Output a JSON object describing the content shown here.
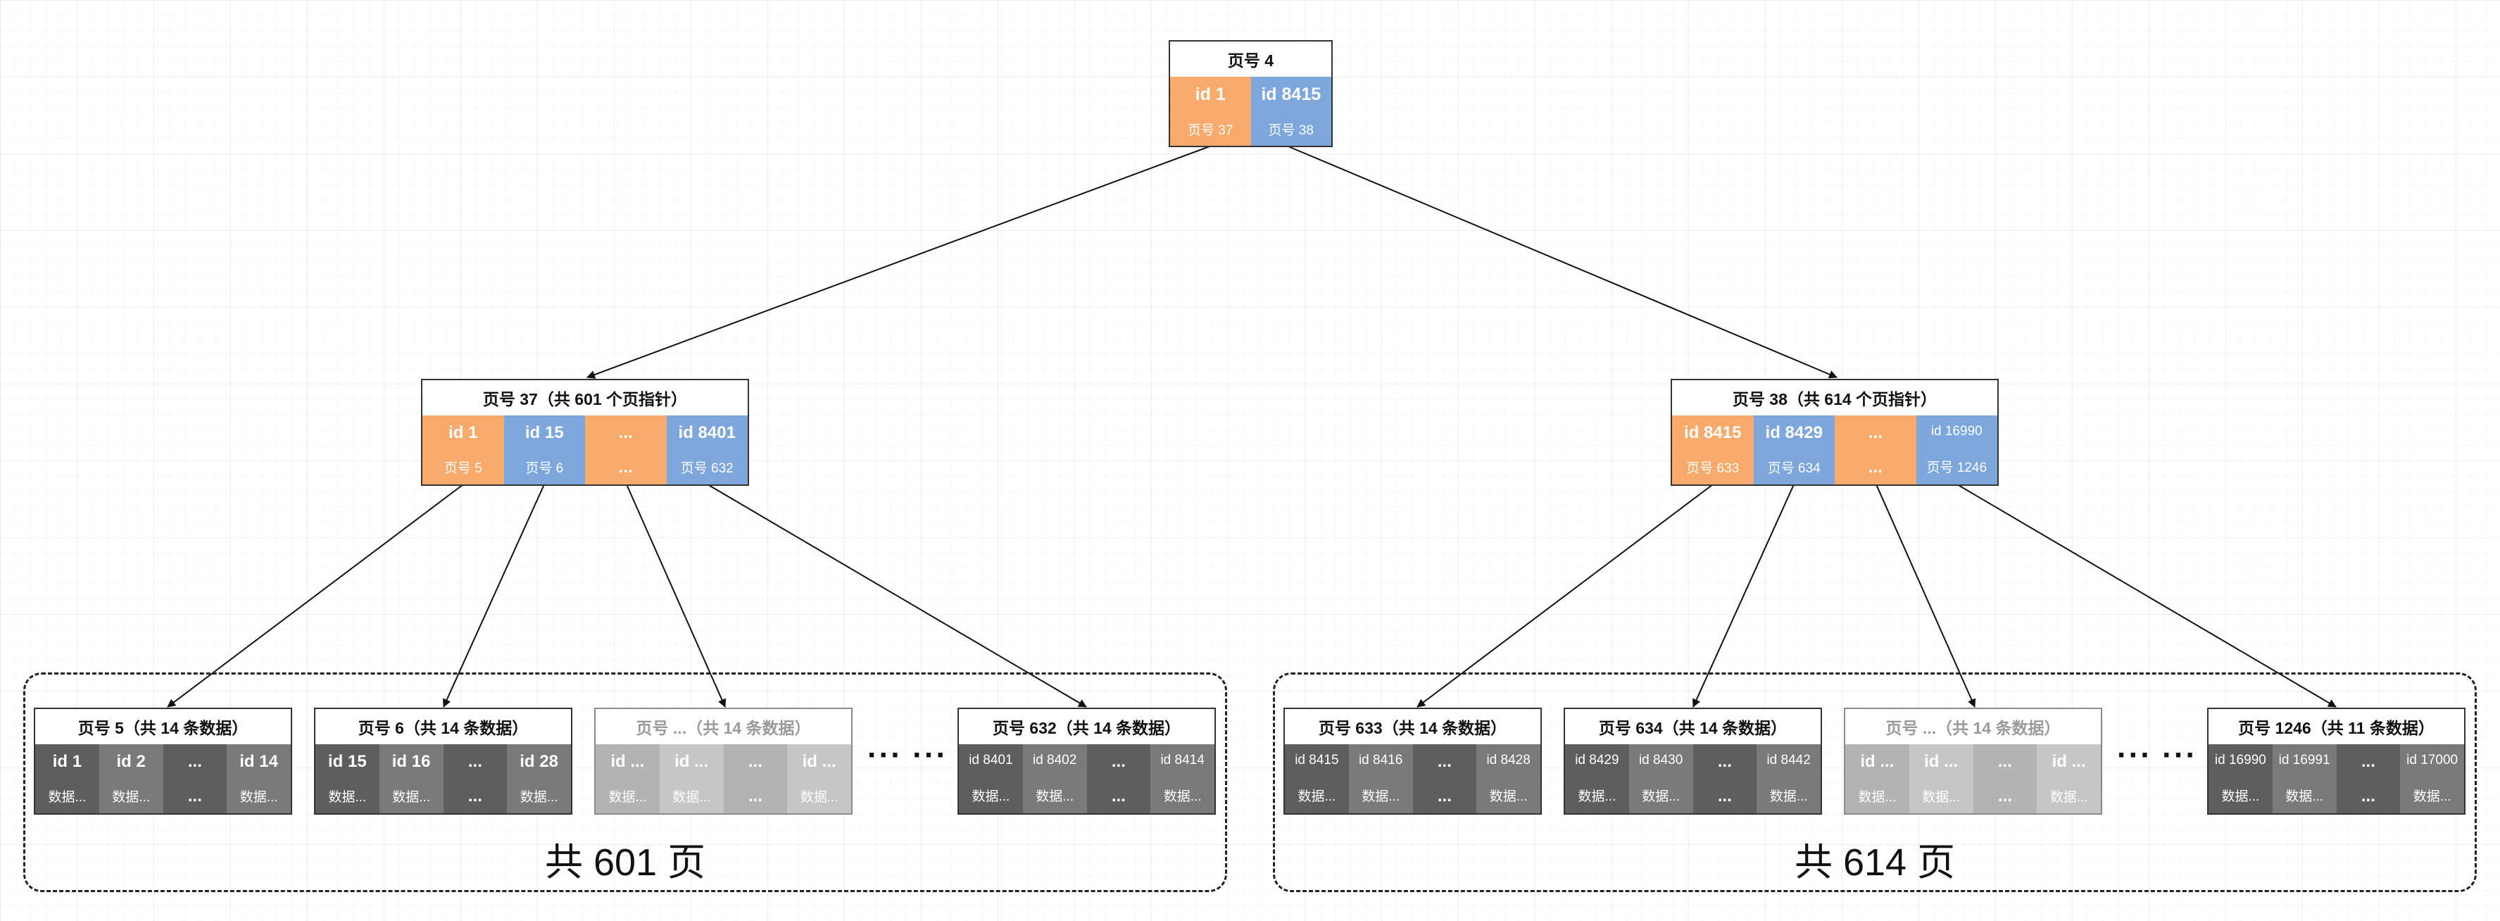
{
  "root": {
    "header": "页号 4",
    "cells": [
      {
        "top": "id 1",
        "bottom": "页号 37",
        "color": "orange"
      },
      {
        "top": "id 8415",
        "bottom": "页号 38",
        "color": "blue"
      }
    ]
  },
  "mid_left": {
    "header": "页号 37（共 601 个页指针）",
    "cells": [
      {
        "top": "id 1",
        "bottom": "页号 5",
        "color": "orange"
      },
      {
        "top": "id 15",
        "bottom": "页号 6",
        "color": "blue"
      },
      {
        "top": "...",
        "bottom": "...",
        "color": "orange"
      },
      {
        "top": "id 8401",
        "bottom": "页号 632",
        "color": "blue"
      }
    ]
  },
  "mid_right": {
    "header": "页号 38（共 614 个页指针）",
    "cells": [
      {
        "top": "id 8415",
        "bottom": "页号 633",
        "color": "orange"
      },
      {
        "top": "id 8429",
        "bottom": "页号 634",
        "color": "blue"
      },
      {
        "top": "...",
        "bottom": "...",
        "color": "orange"
      },
      {
        "top": "id 16990",
        "bottom": "页号 1246",
        "color": "blue"
      }
    ]
  },
  "leaves_left": [
    {
      "header": "页号 5（共 14 条数据）",
      "cells": [
        {
          "top": "id 1",
          "bottom": "数据..."
        },
        {
          "top": "id 2",
          "bottom": "数据..."
        },
        {
          "top": "...",
          "bottom": "..."
        },
        {
          "top": "id 14",
          "bottom": "数据..."
        }
      ]
    },
    {
      "header": "页号 6（共 14 条数据）",
      "cells": [
        {
          "top": "id 15",
          "bottom": "数据..."
        },
        {
          "top": "id 16",
          "bottom": "数据..."
        },
        {
          "top": "...",
          "bottom": "..."
        },
        {
          "top": "id 28",
          "bottom": "数据..."
        }
      ]
    },
    {
      "header": "页号 ...（共 14 条数据）",
      "faded": true,
      "cells": [
        {
          "top": "id ...",
          "bottom": "数据..."
        },
        {
          "top": "id ...",
          "bottom": "数据..."
        },
        {
          "top": "...",
          "bottom": "..."
        },
        {
          "top": "id ...",
          "bottom": "数据..."
        }
      ]
    },
    {
      "header": "页号 632（共 14 条数据）",
      "cells": [
        {
          "top": "id 8401",
          "bottom": "数据..."
        },
        {
          "top": "id 8402",
          "bottom": "数据..."
        },
        {
          "top": "...",
          "bottom": "..."
        },
        {
          "top": "id 8414",
          "bottom": "数据..."
        }
      ]
    }
  ],
  "leaves_right": [
    {
      "header": "页号 633（共 14 条数据）",
      "cells": [
        {
          "top": "id 8415",
          "bottom": "数据..."
        },
        {
          "top": "id 8416",
          "bottom": "数据..."
        },
        {
          "top": "...",
          "bottom": "..."
        },
        {
          "top": "id 8428",
          "bottom": "数据..."
        }
      ]
    },
    {
      "header": "页号 634（共 14 条数据）",
      "cells": [
        {
          "top": "id 8429",
          "bottom": "数据..."
        },
        {
          "top": "id 8430",
          "bottom": "数据..."
        },
        {
          "top": "...",
          "bottom": "..."
        },
        {
          "top": "id 8442",
          "bottom": "数据..."
        }
      ]
    },
    {
      "header": "页号 ...（共 14 条数据）",
      "faded": true,
      "cells": [
        {
          "top": "id ...",
          "bottom": "数据..."
        },
        {
          "top": "id ...",
          "bottom": "数据..."
        },
        {
          "top": "...",
          "bottom": "..."
        },
        {
          "top": "id ...",
          "bottom": "数据..."
        }
      ]
    },
    {
      "header": "页号 1246（共 11 条数据）",
      "cells": [
        {
          "top": "id 16990",
          "bottom": "数据..."
        },
        {
          "top": "id 16991",
          "bottom": "数据..."
        },
        {
          "top": "...",
          "bottom": "..."
        },
        {
          "top": "id 17000",
          "bottom": "数据..."
        }
      ]
    }
  ],
  "leaf_gap_ellipsis": "··· ···",
  "group_left_label": "共 601 页",
  "group_right_label": "共 614 页",
  "colors": {
    "orange": "#f7aa6b",
    "blue": "#7da7dc",
    "dark_gray": "#5e5e5e",
    "mid_gray": "#7a7a7a",
    "light_gray": "#b3b3b3"
  }
}
